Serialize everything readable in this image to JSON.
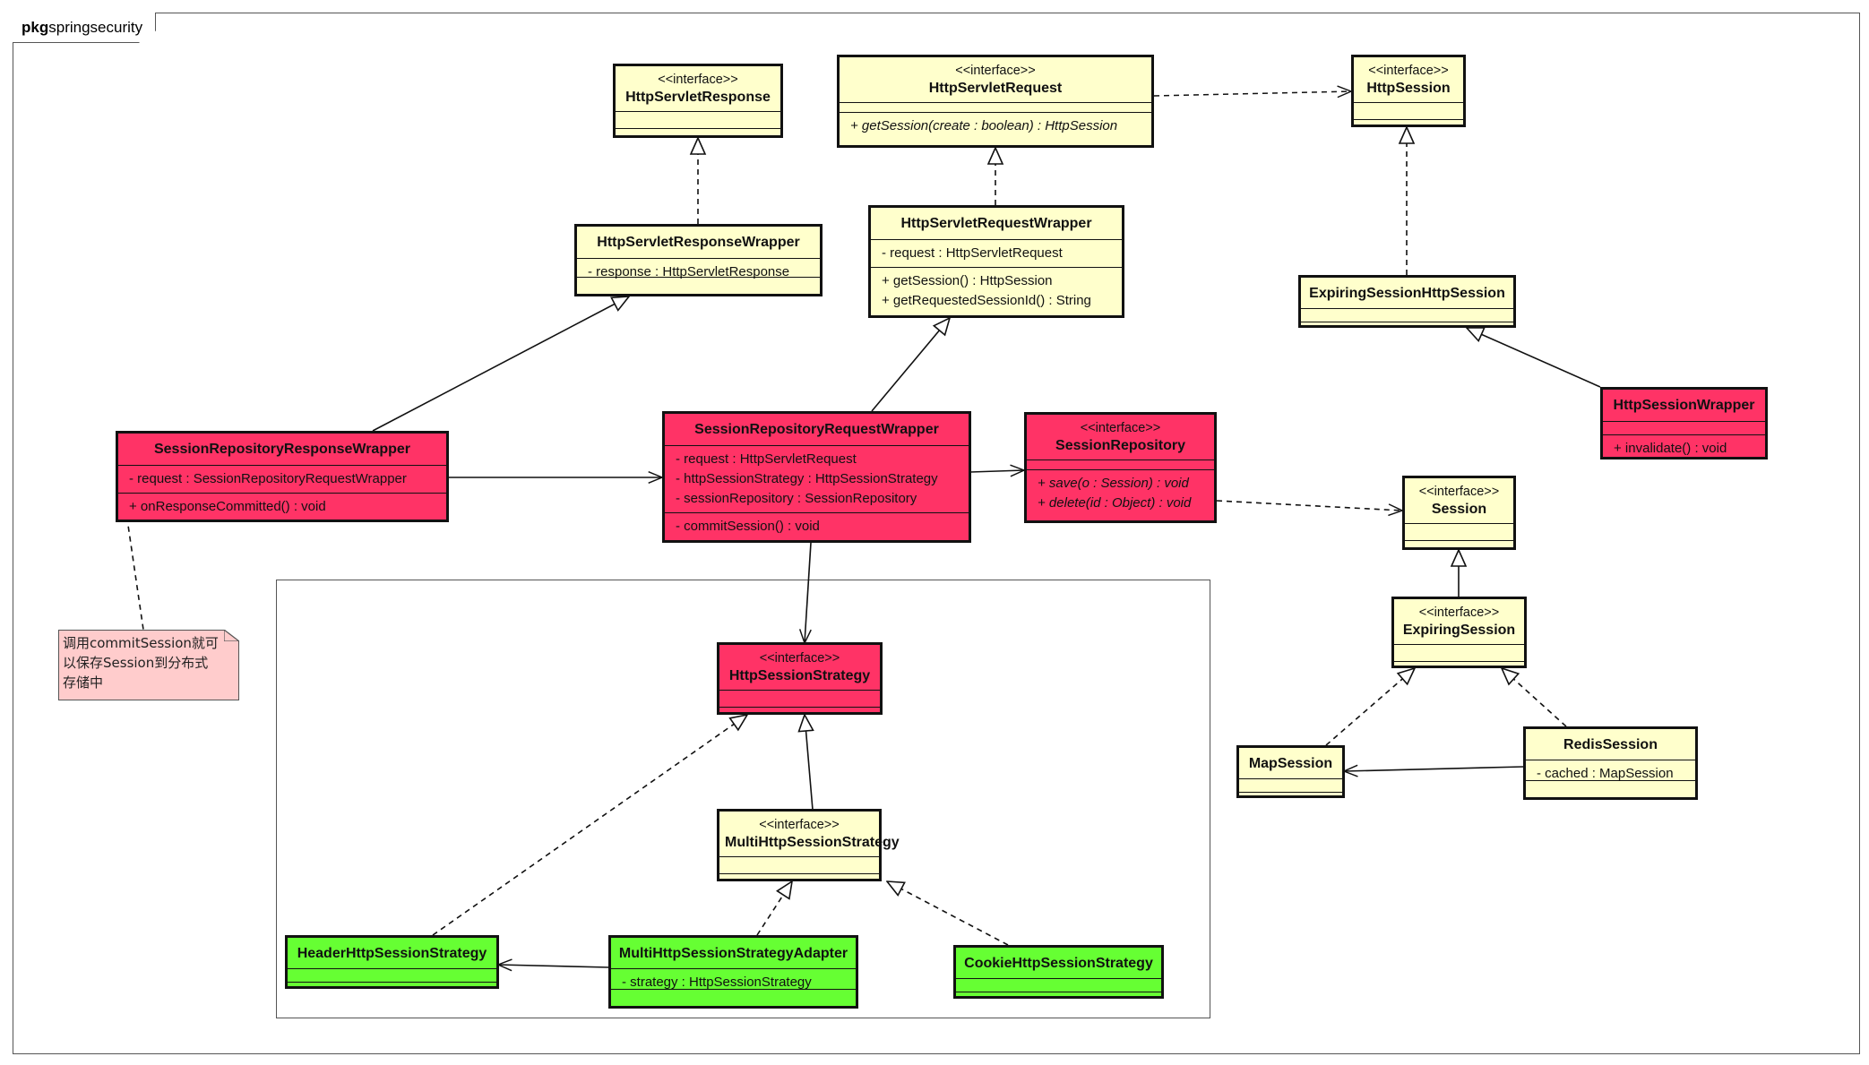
{
  "package": {
    "keyword": "pkg",
    "name": "springsecurity"
  },
  "note": {
    "lines": [
      "调用commitSession就可",
      "以保存Session到分布式",
      "存储中"
    ]
  },
  "classes": {
    "httpservletresponse": {
      "stereotype": "<<interface>>",
      "name": "HttpServletResponse"
    },
    "httpservletrequest": {
      "stereotype": "<<interface>>",
      "name": "HttpServletRequest",
      "ops": [
        "+ getSession(create : boolean) : HttpSession"
      ]
    },
    "httpsession": {
      "stereotype": "<<interface>>",
      "name": "HttpSession"
    },
    "httpservletresponsewrapper": {
      "name": "HttpServletResponseWrapper",
      "attrs": [
        "- response : HttpServletResponse"
      ]
    },
    "httpservletrequestwrapper": {
      "name": "HttpServletRequestWrapper",
      "attrs": [
        "- request : HttpServletRequest"
      ],
      "ops": [
        "+ getSession() : HttpSession",
        "+ getRequestedSessionId() : String"
      ]
    },
    "expiringsessionhttpsession": {
      "name": "ExpiringSessionHttpSession"
    },
    "httpsessionwrapper": {
      "name": "HttpSessionWrapper",
      "ops": [
        "+ invalidate() : void"
      ]
    },
    "sessionrepositoryresponsewrapper": {
      "name": "SessionRepositoryResponseWrapper",
      "attrs": [
        "- request : SessionRepositoryRequestWrapper"
      ],
      "ops": [
        "+ onResponseCommitted() : void"
      ]
    },
    "sessionrepositoryrequestwrapper": {
      "name": "SessionRepositoryRequestWrapper",
      "attrs": [
        "- request : HttpServletRequest",
        "- httpSessionStrategy : HttpSessionStrategy",
        "- sessionRepository : SessionRepository"
      ],
      "ops": [
        "- commitSession() : void"
      ]
    },
    "sessionrepository": {
      "stereotype": "<<interface>>",
      "name": "SessionRepository",
      "ops": [
        "+ save(o : Session) : void",
        "+ delete(id : Object) : void"
      ]
    },
    "session": {
      "stereotype": "<<interface>>",
      "name": "Session"
    },
    "expiringsession": {
      "stereotype": "<<interface>>",
      "name": "ExpiringSession"
    },
    "mapsession": {
      "name": "MapSession"
    },
    "redissession": {
      "name": "RedisSession",
      "attrs": [
        "- cached : MapSession"
      ]
    },
    "httpsessionstrategy": {
      "stereotype": "<<interface>>",
      "name": "HttpSessionStrategy"
    },
    "multihttpsessionstrategy": {
      "stereotype": "<<interface>>",
      "name": "MultiHttpSessionStrategy"
    },
    "headerhttpsessionstrategy": {
      "name": "HeaderHttpSessionStrategy"
    },
    "multihttpsessionstrategyadapter": {
      "name": "MultiHttpSessionStrategyAdapter",
      "attrs": [
        "- strategy : HttpSessionStrategy"
      ]
    },
    "cookiehttpsessionstrategy": {
      "name": "CookieHttpSessionStrategy"
    }
  },
  "colors": {
    "interface_yellow": "#ffffcc",
    "core_red": "#ff3366",
    "strategy_green": "#66ff33",
    "note_pink": "#ffcccc"
  }
}
